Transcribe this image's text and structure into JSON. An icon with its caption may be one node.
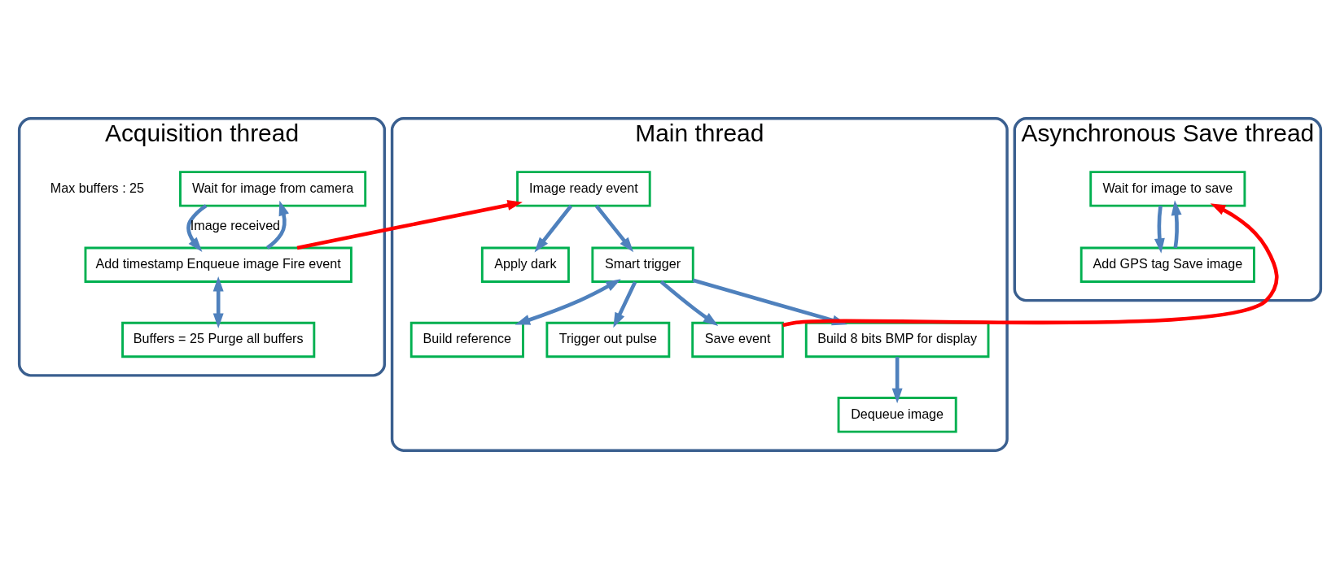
{
  "diagram": {
    "nodes": [
      {
        "text": [
          "Acquisition thread"
        ]
      },
      {
        "text": [
          "Wait for image from camera"
        ],
        "in": 0
      },
      {
        "text": [
          "Add timestamp Enqueue image Fire event"
        ],
        "in": 0
      },
      {
        "text": [
          "Buffers = 25 Purge all buffers"
        ],
        "in": 0
      },
      {
        "text": [
          "Main thread"
        ]
      },
      {
        "text": [
          "Image ready event"
        ],
        "in": 4
      },
      {
        "text": [
          "Apply dark"
        ],
        "in": 4
      },
      {
        "text": [
          "Smart trigger"
        ],
        "in": 4
      },
      {
        "text": [
          "Build reference"
        ],
        "in": 4
      },
      {
        "text": [
          "Trigger out pulse"
        ],
        "in": 4
      },
      {
        "text": [
          "Save event"
        ],
        "in": 4
      },
      {
        "text": [
          "Build 8 bits BMP for display"
        ],
        "in": 4
      },
      {
        "text": [
          "Dequeue image"
        ],
        "in": 4
      },
      {
        "text": [
          "Asynchronous Save thread"
        ]
      },
      {
        "text": [
          "Wait for image to save"
        ],
        "in": 13
      },
      {
        "text": [
          "Add GPS tag Save image"
        ],
        "in": 13
      }
    ],
    "edges": [
      {
        "from": 1,
        "to": 2,
        "arrow": "to",
        "label": "Image received"
      },
      {
        "from": 2,
        "to": 1,
        "arrow": "to"
      },
      {
        "from": 2,
        "to": 3,
        "arrow": "both"
      },
      {
        "from": 2,
        "to": 5,
        "arrow": "to",
        "color": "#ff0000"
      },
      {
        "from": 5,
        "to": 6,
        "arrow": "to"
      },
      {
        "from": 5,
        "to": 7,
        "arrow": "to"
      },
      {
        "from": 7,
        "to": 8,
        "arrow": "both"
      },
      {
        "from": 7,
        "to": 9,
        "arrow": "to"
      },
      {
        "from": 7,
        "to": 10,
        "arrow": "to"
      },
      {
        "from": 7,
        "to": 11,
        "arrow": "to"
      },
      {
        "from": 11,
        "to": 12,
        "arrow": "to"
      },
      {
        "from": 10,
        "to": 14,
        "arrow": "to",
        "color": "#ff0000"
      },
      {
        "from": 14,
        "to": 15,
        "arrow": "to"
      },
      {
        "from": 15,
        "to": 14,
        "arrow": "to"
      }
    ],
    "labels": [
      "Max buffers : 25"
    ]
  }
}
